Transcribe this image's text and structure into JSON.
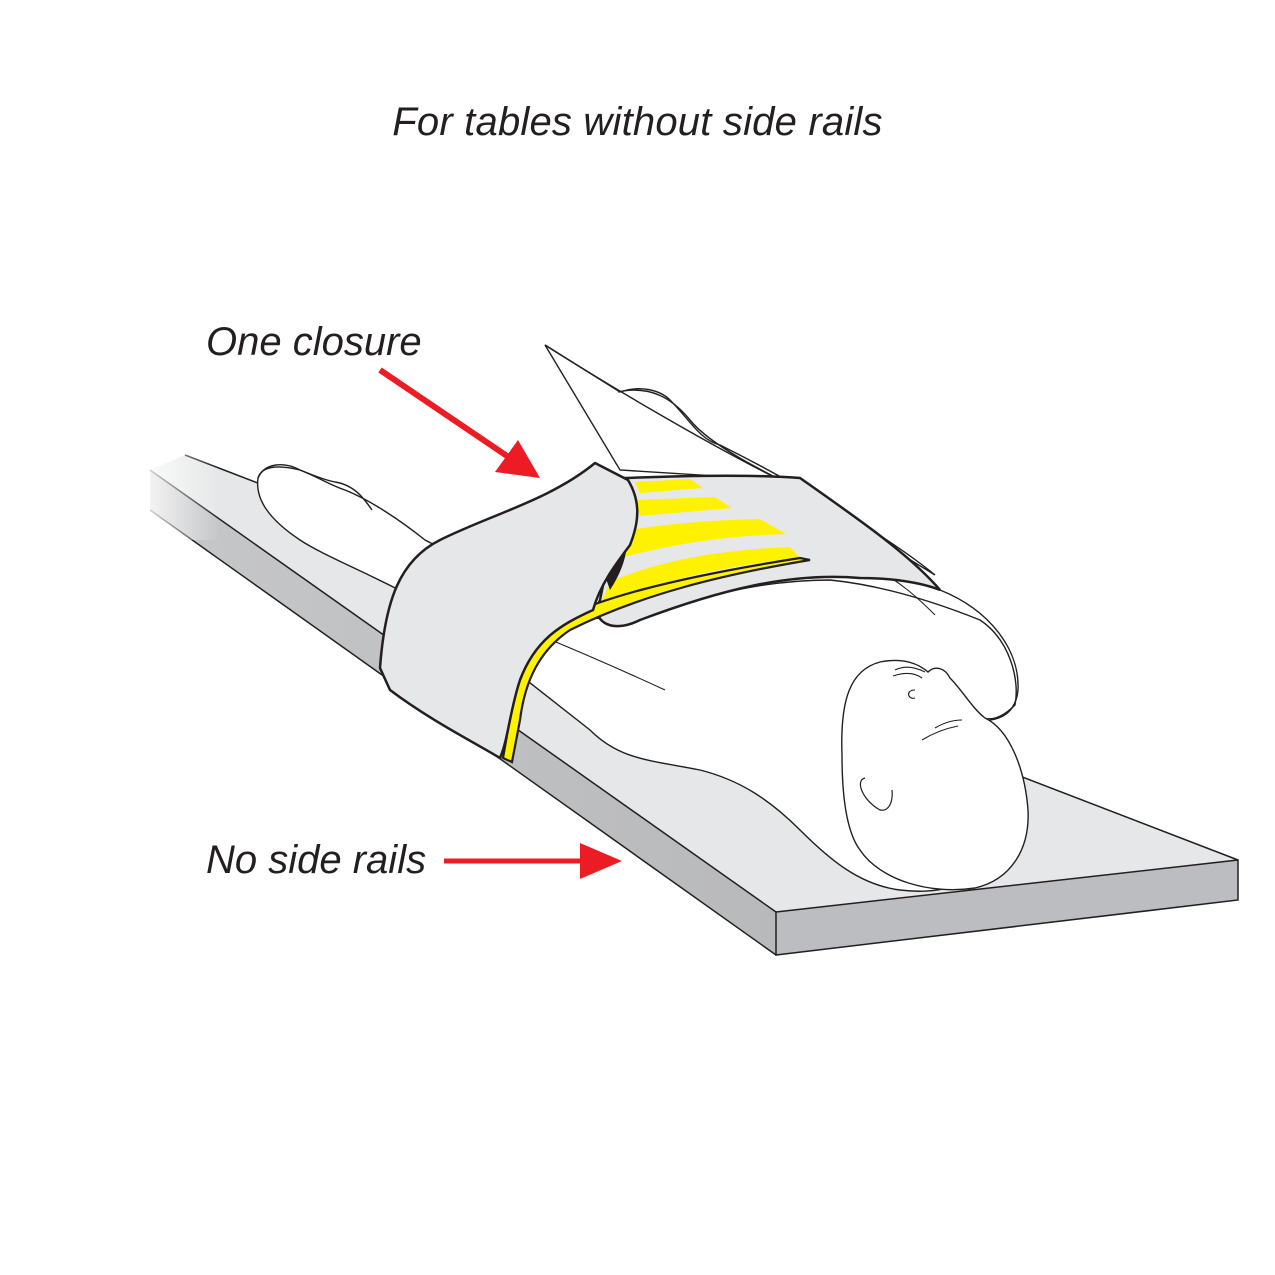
{
  "figure": {
    "title": "For tables without side rails",
    "callouts": [
      {
        "id": "one-closure",
        "label": "One closure",
        "points_to": "strap flap closure"
      },
      {
        "id": "no-side-rails",
        "label": "No side rails",
        "points_to": "table edge"
      }
    ]
  },
  "illustration": {
    "subject": "Patient lying supine on a table secured with a body strap",
    "colors": {
      "arrow": "#ed1c24",
      "strap": "#e6e7e8",
      "strap_accent": "#fff200",
      "strap_stripes": "#231f20",
      "table_top": "#e6e7e8",
      "table_side": "#bcbdc0",
      "outline": "#231f20",
      "text": "#231f20"
    }
  }
}
